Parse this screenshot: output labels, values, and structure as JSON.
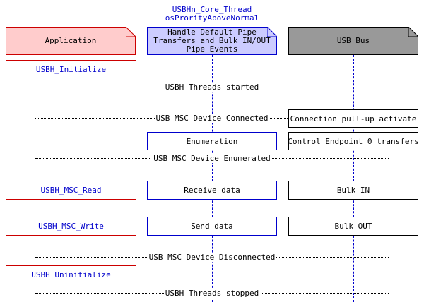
{
  "thread_title": {
    "line1": "USBHn_Core_Thread",
    "line2": "osProrityAboveNormal"
  },
  "participants": {
    "application": "Application",
    "core_thread": "Handle Default Pipe\nTransfers and Bulk IN/OUT\nPipe Events",
    "usb_bus": "USB Bus"
  },
  "separators": {
    "threads_started": "USBH Threads started",
    "device_connected": "USB MSC Device Connected",
    "device_enumerated": "USB MSC Device Enumerated",
    "device_disconnected": "USB MSC Device Disconnected",
    "threads_stopped": "USBH Threads stopped"
  },
  "boxes": {
    "initialize": "USBH_Initialize",
    "pullup": "Connection pull-up activate",
    "enumeration": "Enumeration",
    "control_transfers": "Control Endpoint 0 transfers",
    "msc_read": "USBH_MSC_Read",
    "receive_data": "Receive data",
    "bulk_in": "Bulk IN",
    "msc_write": "USBH_MSC_Write",
    "send_data": "Send data",
    "bulk_out": "Bulk OUT",
    "uninitialize": "USBH_Uninitialize"
  },
  "colors": {
    "application_fill": "#ffcccc",
    "application_border": "#cc0000",
    "core_fill": "#ccccff",
    "core_border": "#0000cc",
    "bus_fill": "#999999",
    "bus_border": "#000000",
    "function_text": "#0000cc"
  }
}
